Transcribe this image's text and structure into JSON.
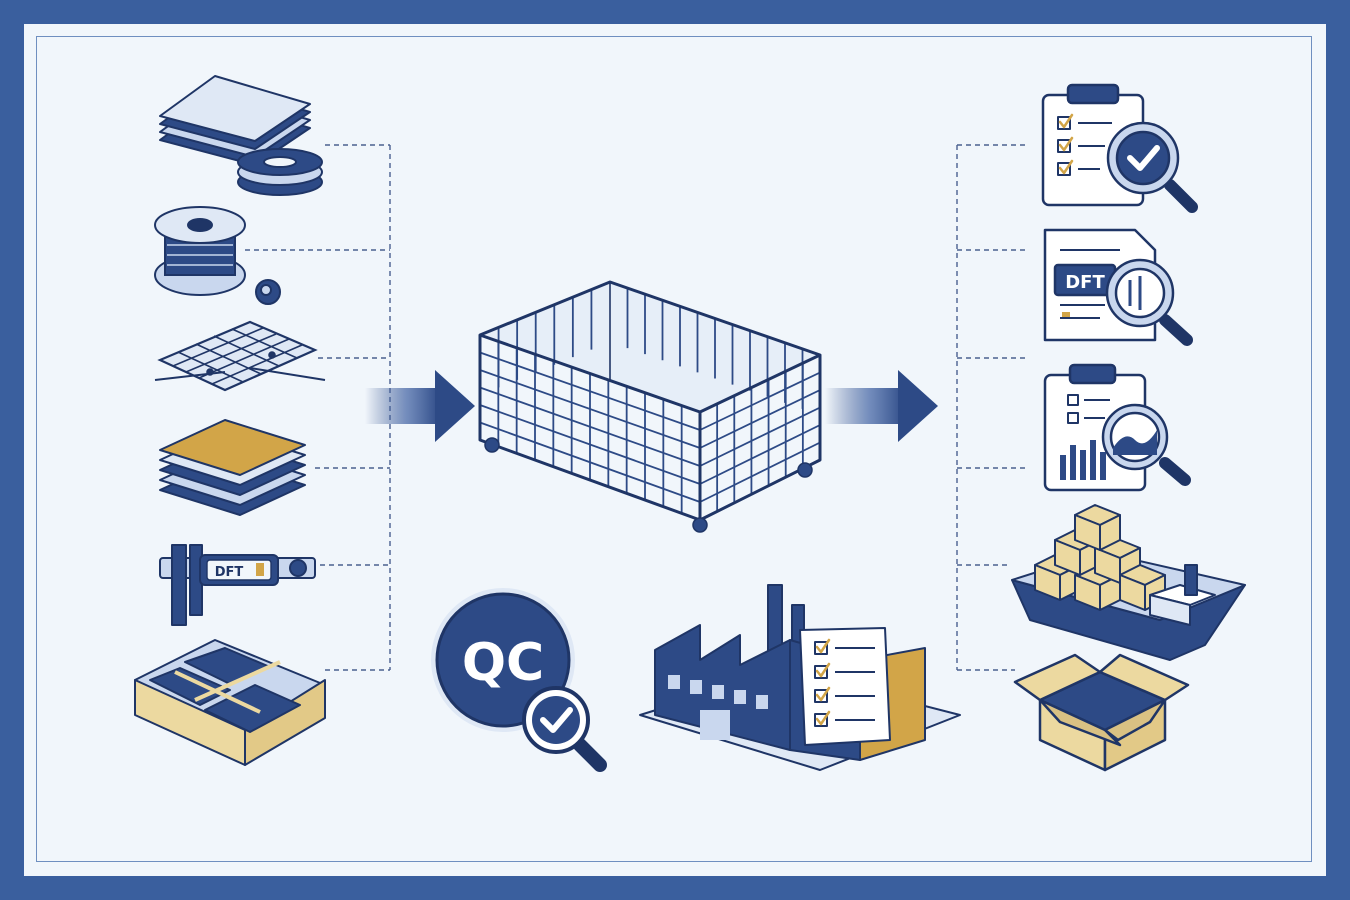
{
  "colors": {
    "frame": "#3a5f9e",
    "background": "#f1f6fb",
    "navy": "#2d4a86",
    "navy_dark": "#1f3566",
    "blue_light": "#c9d7ee",
    "cardboard": "#ecd9a0",
    "gold": "#d2a548",
    "white": "#ffffff"
  },
  "inputs": {
    "items": [
      {
        "icon": "sheet-stack-and-coil-icon"
      },
      {
        "icon": "wire-spool-icon"
      },
      {
        "icon": "wire-mesh-panel-icon"
      },
      {
        "icon": "layered-coating-sheets-icon"
      },
      {
        "icon": "dft-caliper-gauge-icon",
        "label": "DFT"
      },
      {
        "icon": "partitioned-box-icon"
      }
    ]
  },
  "center": {
    "product": {
      "icon": "wire-mesh-basket-icon"
    },
    "qc_badge": {
      "icon": "qc-magnifier-check-icon",
      "label": "QC"
    },
    "factory": {
      "icon": "factory-with-checklist-icon"
    }
  },
  "outputs": {
    "items": [
      {
        "icon": "inspection-clipboard-magnifier-icon"
      },
      {
        "icon": "dft-report-magnifier-icon",
        "label": "DFT"
      },
      {
        "icon": "chart-clipboard-magnifier-icon"
      },
      {
        "icon": "cargo-ship-boxes-icon"
      },
      {
        "icon": "open-shipping-box-icon"
      }
    ]
  }
}
